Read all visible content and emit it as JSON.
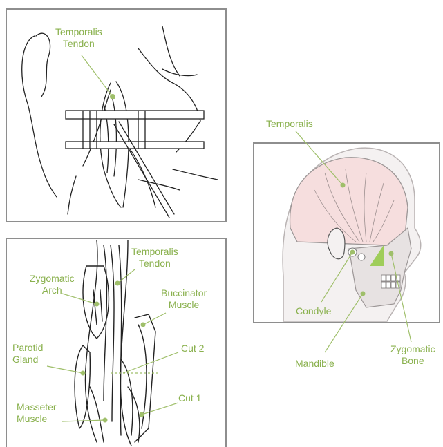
{
  "accent_color": "#8ab14e",
  "panels": {
    "top_left": {
      "label_1": "Temporalis",
      "label_2": "Tendon"
    },
    "bottom_left": {
      "temporalis_tendon_1": "Temporalis",
      "temporalis_tendon_2": "Tendon",
      "zygomatic_arch_1": "Zygomatic",
      "zygomatic_arch_2": "Arch",
      "buccinator_1": "Buccinator",
      "buccinator_2": "Muscle",
      "parotid_1": "Parotid",
      "parotid_2": "Gland",
      "cut2": "Cut 2",
      "cut1": "Cut 1",
      "masseter_1": "Masseter",
      "masseter_2": "Muscle"
    },
    "right": {
      "temporalis": "Temporalis",
      "condyle": "Condyle",
      "mandible": "Mandible",
      "zygomatic_bone_1": "Zygomatic",
      "zygomatic_bone_2": "Bone"
    }
  }
}
